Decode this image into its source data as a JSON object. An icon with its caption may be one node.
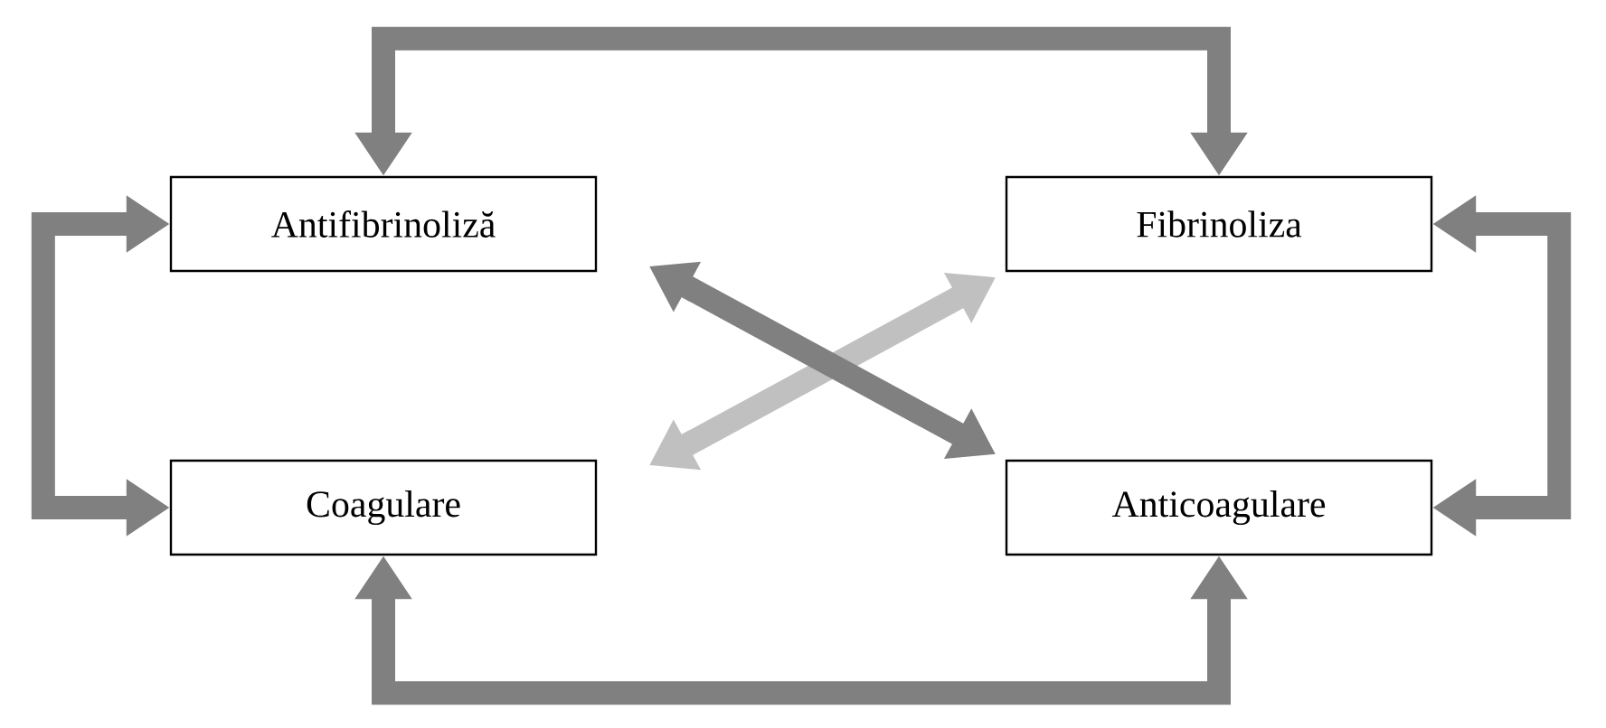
{
  "diagram": {
    "nodes": [
      {
        "text": [
          "Antifibrinoliză"
        ]
      },
      {
        "text": [
          "Fibrinoliza"
        ]
      },
      {
        "text": [
          "Coagulare"
        ]
      },
      {
        "text": [
          "Anticoagulare"
        ]
      }
    ],
    "edges": [
      {
        "from": 0,
        "to": 1,
        "arrow": "both"
      },
      {
        "from": 0,
        "to": 2,
        "arrow": "both"
      },
      {
        "from": 1,
        "to": 3,
        "arrow": "both"
      },
      {
        "from": 2,
        "to": 3,
        "arrow": "both"
      },
      {
        "from": 2,
        "to": 1,
        "arrow": "both",
        "color": "#c0c0c0"
      },
      {
        "from": 0,
        "to": 3,
        "arrow": "both"
      }
    ]
  }
}
